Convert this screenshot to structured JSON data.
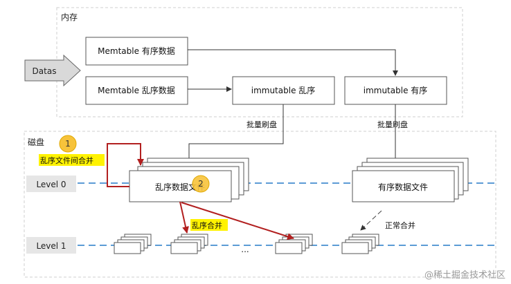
{
  "regions": {
    "memory_label": "内存",
    "disk_label": "磁盘"
  },
  "input": {
    "label": "Datas"
  },
  "memory": {
    "memtable_sorted": "Memtable 有序数据",
    "memtable_unsorted": "Memtable 乱序数据",
    "immutable_unsorted": "immutable 乱序",
    "immutable_sorted": "immutable 有序"
  },
  "flush": {
    "left_label": "批量刷盘",
    "right_label": "批量刷盘"
  },
  "disk": {
    "level0_label": "Level 0",
    "level1_label": "Level 1",
    "unsorted_file": "乱序数据文件",
    "sorted_file": "有序数据文件",
    "ellipsis": "..."
  },
  "annotations": {
    "badge1": "1",
    "badge2": "2",
    "unsorted_file_merge": "乱序文件间合并",
    "unsorted_merge": "乱序合并",
    "normal_merge": "正常合并"
  },
  "watermark": "@稀土掘金技术社区",
  "colors": {
    "accent_red": "#b21f1f",
    "highlight_yellow": "#fff200",
    "badge_fill": "#f7c33b",
    "level_line": "#5b9bd5",
    "region_fill": "#eeeeee",
    "region_border": "#cfcfcf",
    "box_border": "#555555"
  }
}
